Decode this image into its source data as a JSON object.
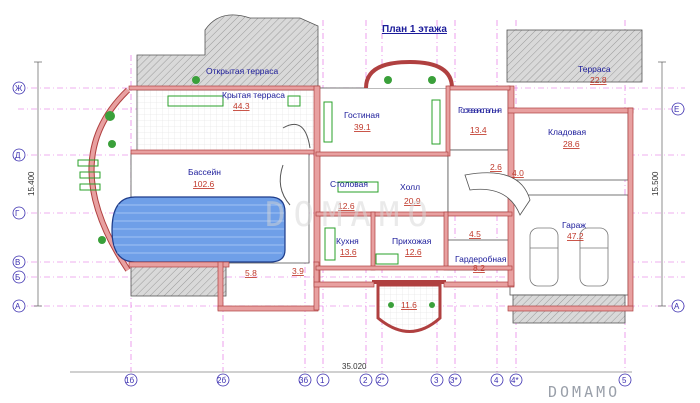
{
  "title": "План 1 этажа",
  "watermark": "DOMAMO",
  "rooms": [
    {
      "name": "Открытая терраса",
      "area": ""
    },
    {
      "name": "Крытая терраса",
      "area": "44.3"
    },
    {
      "name": "Гостиная",
      "area": "39.1"
    },
    {
      "name": "Терраса",
      "area": "22.8"
    },
    {
      "name": "Гостевая спальня",
      "area": "13.4"
    },
    {
      "name": "Кладовая",
      "area": "28.6"
    },
    {
      "name": "Бассейн",
      "area": "102.6"
    },
    {
      "name": "Столовая",
      "area": "12.6"
    },
    {
      "name": "Холл",
      "area": "20.9"
    },
    {
      "name": "Кухня",
      "area": "13.6"
    },
    {
      "name": "Прихожая",
      "area": "12.6"
    },
    {
      "name": "Гараж",
      "area": "47.2"
    },
    {
      "name": "Гардеробная",
      "area": "8.2"
    }
  ],
  "small_areas": [
    "2.6",
    "4.0",
    "4.5",
    "5.8",
    "3.9",
    "11.6"
  ],
  "row_axes": [
    "Ж",
    "Д",
    "Г",
    "В",
    "Б",
    "А",
    "Е"
  ],
  "col_axes": [
    "1б",
    "2б",
    "3б",
    "1",
    "2",
    "2*",
    "3",
    "3*",
    "4",
    "4*",
    "5"
  ],
  "dimensions": {
    "overall_width": "35.020",
    "left_height": "15.400",
    "right_height": "15.500"
  }
}
